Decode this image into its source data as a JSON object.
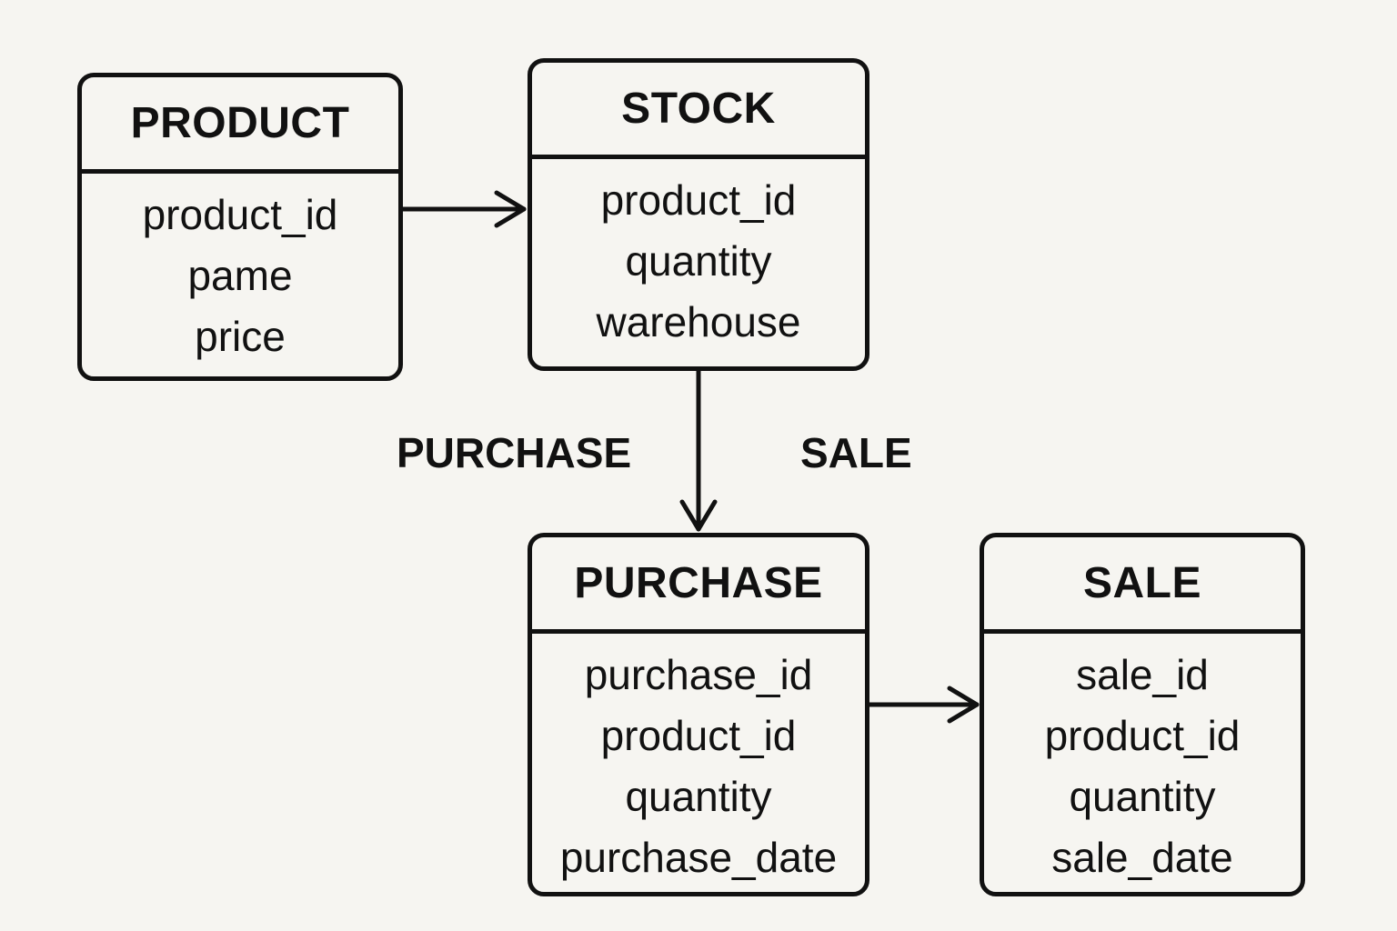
{
  "entities": {
    "product": {
      "title": "PRODUCT",
      "fields": [
        "product_id",
        "pame",
        "price"
      ]
    },
    "stock": {
      "title": "STOCK",
      "fields": [
        "product_id",
        "quantity",
        "warehouse"
      ]
    },
    "purchase": {
      "title": "PURCHASE",
      "fields": [
        "purchase_id",
        "product_id",
        "quantity",
        "purchase_date"
      ]
    },
    "sale": {
      "title": "SALE",
      "fields": [
        "sale_id",
        "product_id",
        "quantity",
        "sale_date"
      ]
    }
  },
  "relationship_labels": {
    "purchase": "PURCHASE",
    "sale": "SALE"
  }
}
